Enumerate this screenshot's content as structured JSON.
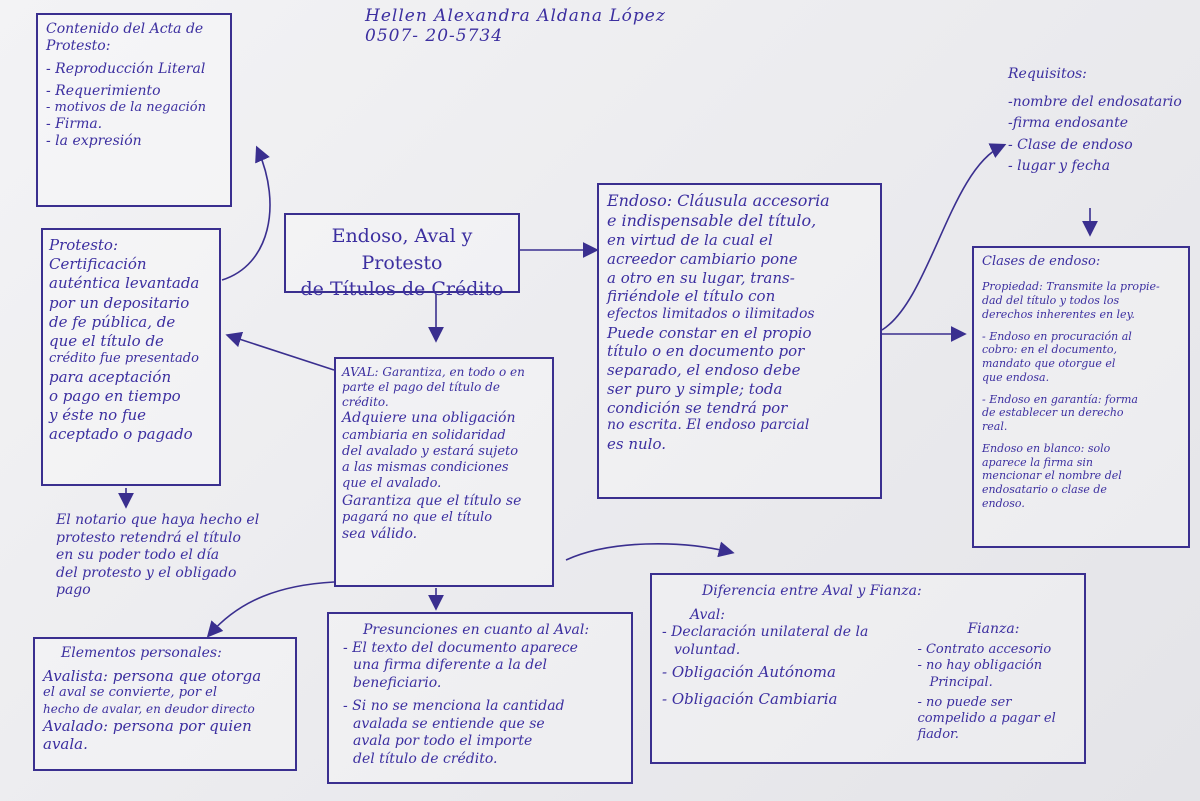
{
  "header": {
    "name": "Hellen Alexandra Aldana López",
    "id": "0507- 20-5734"
  },
  "title_box": {
    "lines": [
      "Endoso, Aval y Protesto",
      "de Títulos de Crédito"
    ]
  },
  "acta_box": {
    "lines": [
      "Contenido del Acta de",
      "Protesto:",
      "- Reproducción Literal",
      "- Requerimiento",
      "- motivos de la negación",
      "- Firma.",
      "- la expresión"
    ]
  },
  "protesto_box": {
    "lines": [
      "Protesto: Certificación",
      "auténtica levantada",
      "por un depositario",
      "de fe pública, de",
      "que el título de",
      "crédito fue presentado",
      "para aceptación",
      "o pago en tiempo",
      "y éste no fue",
      "aceptado o pagado"
    ]
  },
  "notario_text": {
    "lines": [
      "El notario que haya hecho el",
      "protesto retendrá el título",
      "en su poder todo el día",
      "del protesto y el obligado",
      "pago"
    ]
  },
  "elementos_box": {
    "lines": [
      "Elementos personales:",
      "Avalista: persona que otorga",
      "el aval se convierte, por el",
      "hecho de avalar, en deudor directo",
      "Avalado: persona por quien",
      "avala."
    ]
  },
  "aval_box": {
    "lines": [
      "AVAL: Garantiza, en todo o en",
      "parte el pago del título de",
      "crédito.",
      "Adquiere una obligación",
      "cambiaria en solidaridad",
      "del avalado y estará sujeto",
      "a las mismas condiciones",
      "que el avalado.",
      "Garantiza que el título se",
      "pagará no que el título",
      "sea válido."
    ]
  },
  "presunciones_box": {
    "lines": [
      "Presunciones en cuanto al Aval:",
      "- El texto del documento aparece",
      "una firma diferente a la del",
      "beneficiario.",
      "- Si no se menciona la cantidad",
      "avalada se entiende que se",
      "avala por todo el importe",
      "del título de crédito."
    ]
  },
  "endoso_box": {
    "lines": [
      "Endoso: Cláusula accesoria",
      "e indispensable del título,",
      "en virtud de la cual el",
      "acreedor cambiario pone",
      "a otro en su lugar, trans-",
      "firiéndole el título con",
      "efectos limitados o ilimitados",
      "Puede constar en el propio",
      "título o en documento por",
      "separado, el endoso debe",
      "ser puro y simple; toda",
      "condición se tendrá por",
      "no escrita. El endoso parcial",
      "es nulo."
    ]
  },
  "requisitos": {
    "lines": [
      "Requisitos:",
      "-nombre del endosatario",
      "-firma endosante",
      "- Clase de endoso",
      "- lugar y fecha"
    ]
  },
  "clases_box": {
    "lines": [
      "Clases de endoso:",
      "Propiedad: Transmite la propie-",
      "dad del título y todos los",
      "derechos inherentes en ley.",
      "- Endoso en procuración al",
      "cobro: en el documento,",
      "mandato que otorgue el",
      "que endosa.",
      "- Endoso en garantía: forma",
      "de establecer un derecho",
      "real.",
      "Endoso en blanco: solo",
      "aparece la firma sin",
      "mencionar el nombre del",
      "endosatario o clase de",
      "endoso."
    ]
  },
  "diferencia_box": {
    "title": "Diferencia entre Aval y Fianza:",
    "aval_header": "Aval:",
    "aval_items": [
      "- Declaración unilateral de la",
      "voluntad.",
      "- Obligación Autónoma",
      "- Obligación Cambiaria"
    ],
    "fianza_header": "Fianza:",
    "fianza_items": [
      "- Contrato accesorio",
      "- no hay obligación",
      "Principal.",
      "- no puede ser",
      "compelido a pagar el",
      "fiador."
    ]
  },
  "colors": {
    "ink": "#3c2fa0",
    "border": "#3a2f8f",
    "paper": "#ececef"
  }
}
